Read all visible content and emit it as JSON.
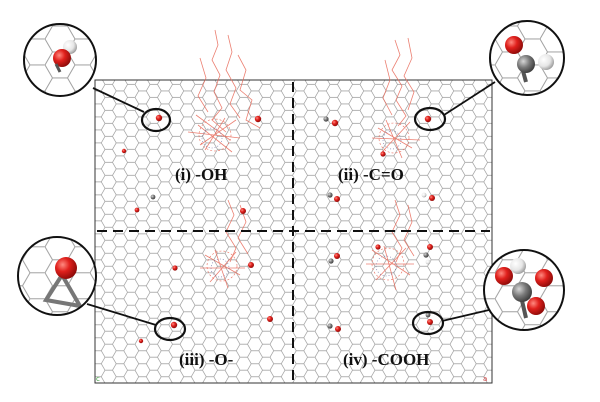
{
  "figure": {
    "quadrants": [
      {
        "id": "i",
        "label": "(i) -OH"
      },
      {
        "id": "ii",
        "label": "(ii) -C=O"
      },
      {
        "id": "iii",
        "label": "(iii) -O-"
      },
      {
        "id": "iv",
        "label": "(iv) -COOH"
      }
    ],
    "colors": {
      "graphene_lines": "#9a9a9a",
      "oxygen": "#e0201c",
      "carbon": "#7a7a7a",
      "hydrogen": "#f2f2f2",
      "polymer": "#e86a5a",
      "divider": "#111111",
      "inset_ring": "#111111"
    },
    "insets": [
      {
        "quadrant": "i",
        "icon": "hydroxyl-group-icon"
      },
      {
        "quadrant": "ii",
        "icon": "carbonyl-group-icon"
      },
      {
        "quadrant": "iii",
        "icon": "epoxy-group-icon"
      },
      {
        "quadrant": "iv",
        "icon": "carboxyl-group-icon"
      }
    ]
  }
}
